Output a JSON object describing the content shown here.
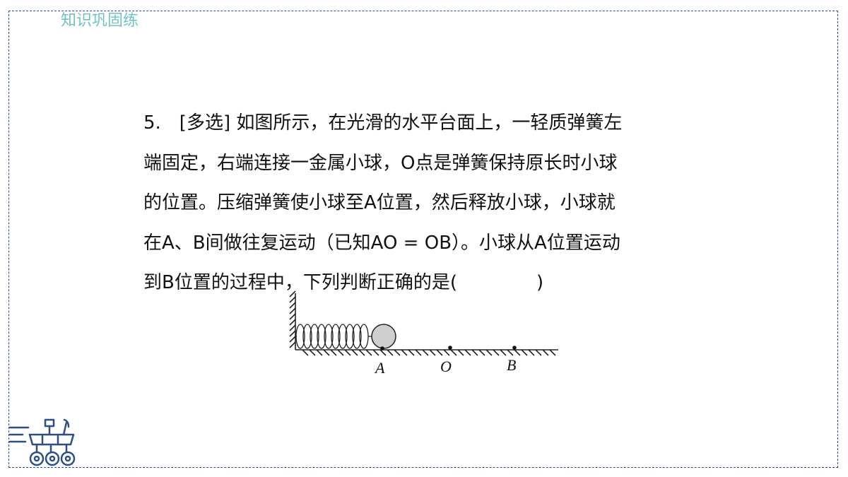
{
  "slide": {
    "section_title": "知识巩固练",
    "question": {
      "number": "5.",
      "lines": [
        "5.　[多选] 如图所示，在光滑的水平台面上，一轻质弹簧左",
        "端固定，右端连接一金属小球，O点是弹簧保持原长时小球",
        "的位置。压缩弹簧使小球至A位置，然后释放小球，小球就",
        "在A、B间做往复运动（已知AO = OB）。小球从A位置运动",
        "到B位置的过程中，下列判断正确的是("
      ],
      "closing_paren": ")"
    },
    "figure": {
      "labels": {
        "a": "A",
        "o": "O",
        "b": "B"
      }
    },
    "logo_icon": "rover-robot-icon"
  },
  "colors": {
    "frame": "#2e4f86",
    "section_title": "#6fc3c6",
    "text": "#111111",
    "logo": "#2e4f86"
  }
}
